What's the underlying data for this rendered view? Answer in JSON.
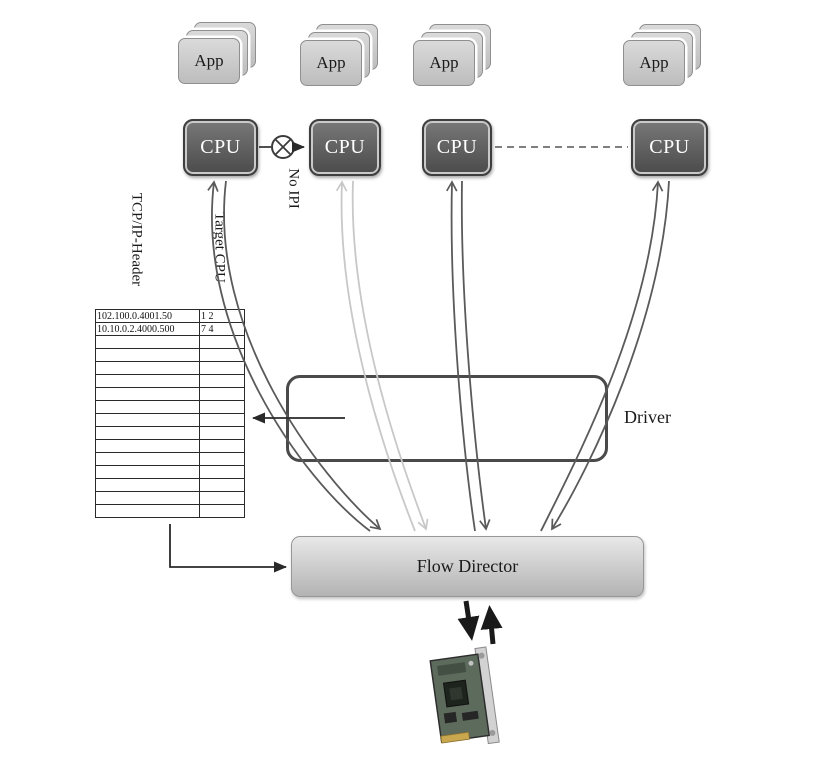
{
  "labels": {
    "app": "App",
    "cpu": "CPU",
    "no_ipi": "No IPI",
    "target_cpu": "Target CPU",
    "tcpip_header": "TCP/IP-Header",
    "driver": "Driver",
    "flow_director": "Flow Director"
  },
  "flow_table": {
    "columns": [
      "TCP/IP-Header",
      "Target CPU"
    ],
    "rows": [
      {
        "tcpip_header": "102.100.0.4001.50",
        "target_cpu": "1 2"
      },
      {
        "tcpip_header": "10.10.0.2.4000.500",
        "target_cpu": "7 4"
      }
    ],
    "empty_row_count": 14
  },
  "colors": {
    "cpu_box": "#5a5a5a",
    "app_box": "#cccccc",
    "arrow_dark": "#5a5a5a",
    "arrow_light": "#c8c8c8",
    "arrow_black": "#1a1a1a"
  }
}
